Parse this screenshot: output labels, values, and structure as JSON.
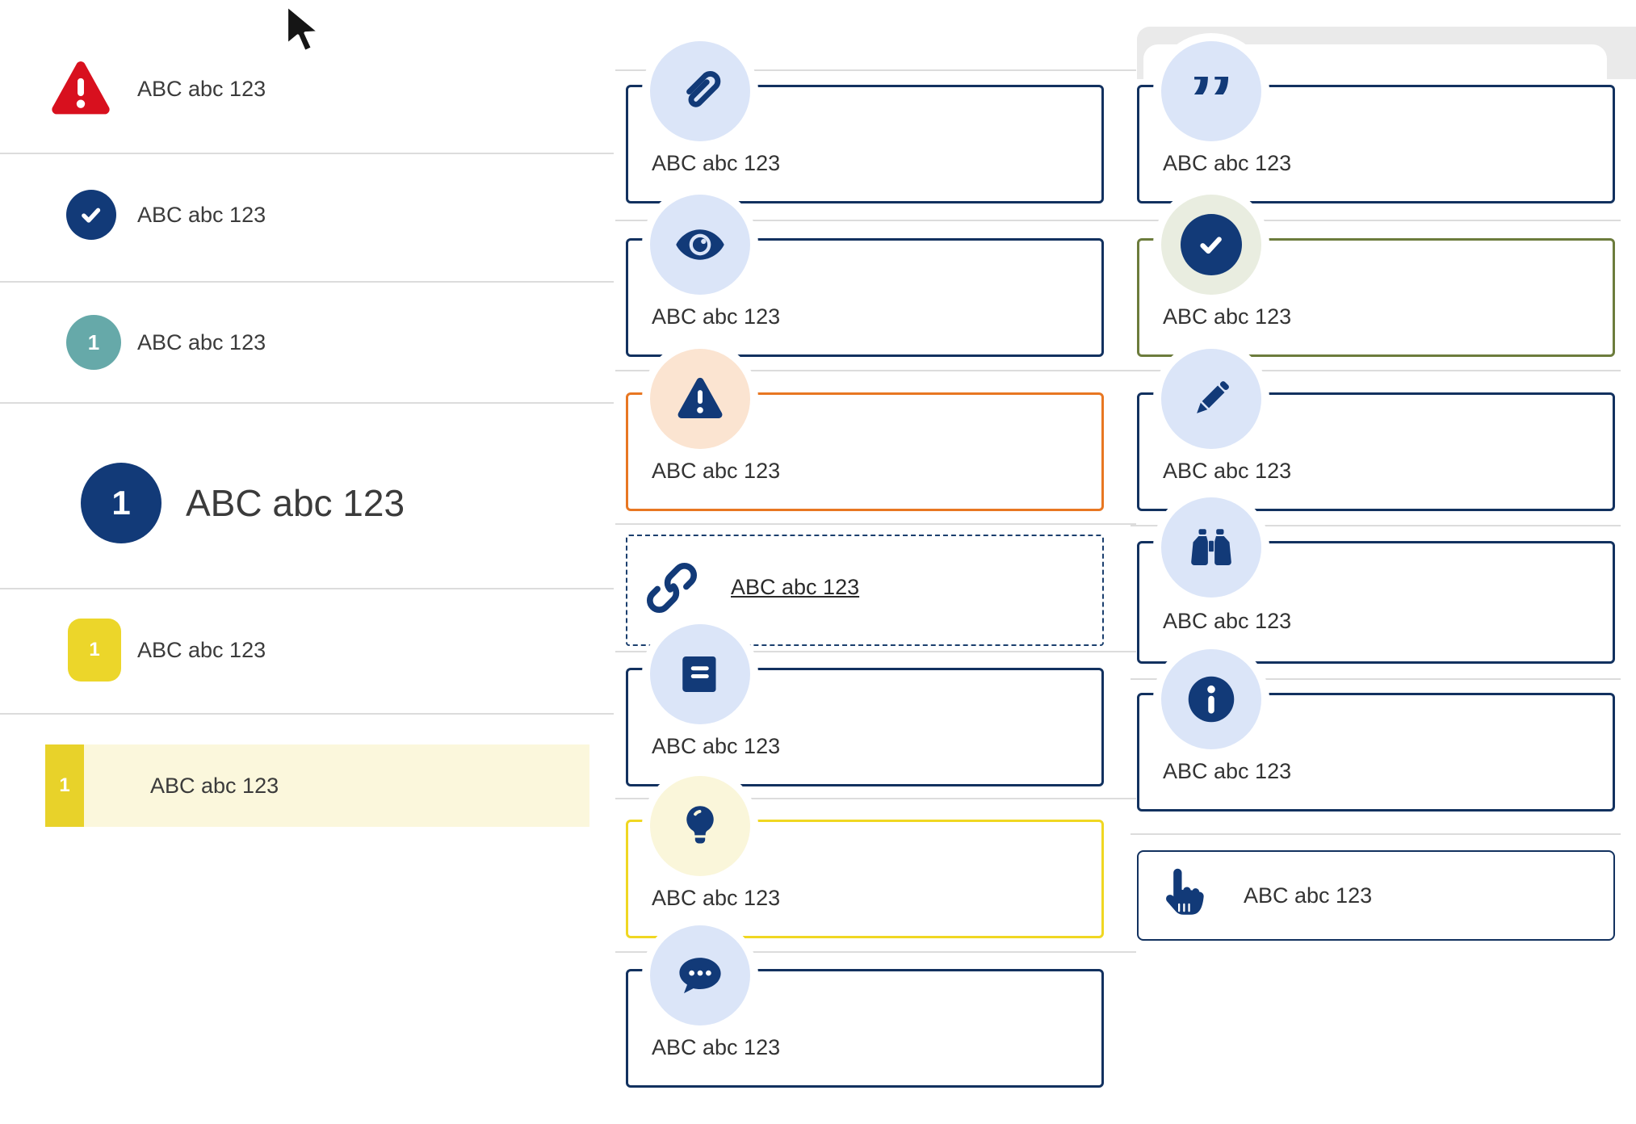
{
  "palette": {
    "navy_border": "#12315f",
    "navy_icon": "#123a78",
    "icon_circle_blue": "#dbe5f8",
    "icon_circle_peach": "#fbe4d1",
    "icon_circle_pale_yellow": "#faf6da",
    "icon_circle_sage": "#e9ede0",
    "orange_border": "#e87722",
    "yellow_border": "#f0d722",
    "olive_border": "#6c7c3c",
    "red_alert": "#d8101e",
    "teal_badge": "#66a9a9",
    "yellow_badge": "#ecd62a",
    "highlight_row_bg": "#fbf7dc",
    "separator": "#dcdcdc",
    "text": "#333333"
  },
  "left_list": {
    "items": [
      {
        "icon": "alert-triangle-icon",
        "label": "ABC abc 123"
      },
      {
        "icon": "check-circle-icon",
        "label": "ABC abc 123"
      },
      {
        "icon": "numbered-badge-teal",
        "badge": "1",
        "label": "ABC abc 123"
      },
      {
        "icon": "numbered-badge-navy-large",
        "badge": "1",
        "label": "ABC abc 123",
        "large": true
      },
      {
        "icon": "numbered-badge-yellow",
        "badge": "1",
        "label": "ABC abc 123"
      },
      {
        "icon": "numbered-badge-yellow-bar",
        "badge": "1",
        "label": "ABC abc 123",
        "highlighted": true
      }
    ]
  },
  "middle_cards": [
    {
      "icon": "paperclip-icon",
      "label": "ABC abc 123",
      "variant": "navy"
    },
    {
      "icon": "eye-icon",
      "label": "ABC abc 123",
      "variant": "navy"
    },
    {
      "icon": "warning-icon",
      "label": "ABC abc 123",
      "variant": "orange"
    },
    {
      "icon": "link-icon",
      "label": "ABC abc 123",
      "variant": "dashed-link"
    },
    {
      "icon": "book-icon",
      "label": "ABC abc 123",
      "variant": "navy"
    },
    {
      "icon": "lightbulb-icon",
      "label": "ABC abc 123",
      "variant": "yellow"
    },
    {
      "icon": "chat-icon",
      "label": "ABC abc 123",
      "variant": "navy"
    }
  ],
  "right_cards": [
    {
      "icon": "quote-icon",
      "label": "ABC abc 123",
      "variant": "navy",
      "quote_glyph": "”"
    },
    {
      "icon": "check-circle-icon",
      "label": "ABC abc 123",
      "variant": "olive-green"
    },
    {
      "icon": "pencil-icon",
      "label": "ABC abc 123",
      "variant": "navy"
    },
    {
      "icon": "binoculars-icon",
      "label": "ABC abc 123",
      "variant": "navy"
    },
    {
      "icon": "info-icon",
      "label": "ABC abc 123",
      "variant": "navy"
    },
    {
      "icon": "hand-pointer-icon",
      "label": "ABC abc 123",
      "variant": "inline-icon"
    }
  ]
}
